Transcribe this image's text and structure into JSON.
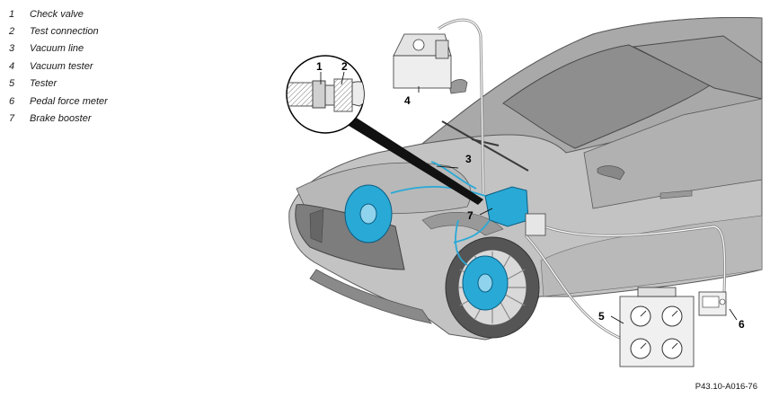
{
  "legend": [
    {
      "num": "1",
      "label": "Check valve"
    },
    {
      "num": "2",
      "label": "Test connection"
    },
    {
      "num": "3",
      "label": "Vacuum line"
    },
    {
      "num": "4",
      "label": "Vacuum tester"
    },
    {
      "num": "5",
      "label": "Tester"
    },
    {
      "num": "6",
      "label": "Pedal force meter"
    },
    {
      "num": "7",
      "label": "Brake booster"
    }
  ],
  "callouts": {
    "c1": "1",
    "c2": "2",
    "c3": "3",
    "c4": "4",
    "c5": "5",
    "c6": "6",
    "c7": "7"
  },
  "reference": "P43.10-A016-76",
  "colors": {
    "car_body": "#bdbdbd",
    "highlight": "#29a9d6",
    "outline": "#5a5a5a"
  }
}
